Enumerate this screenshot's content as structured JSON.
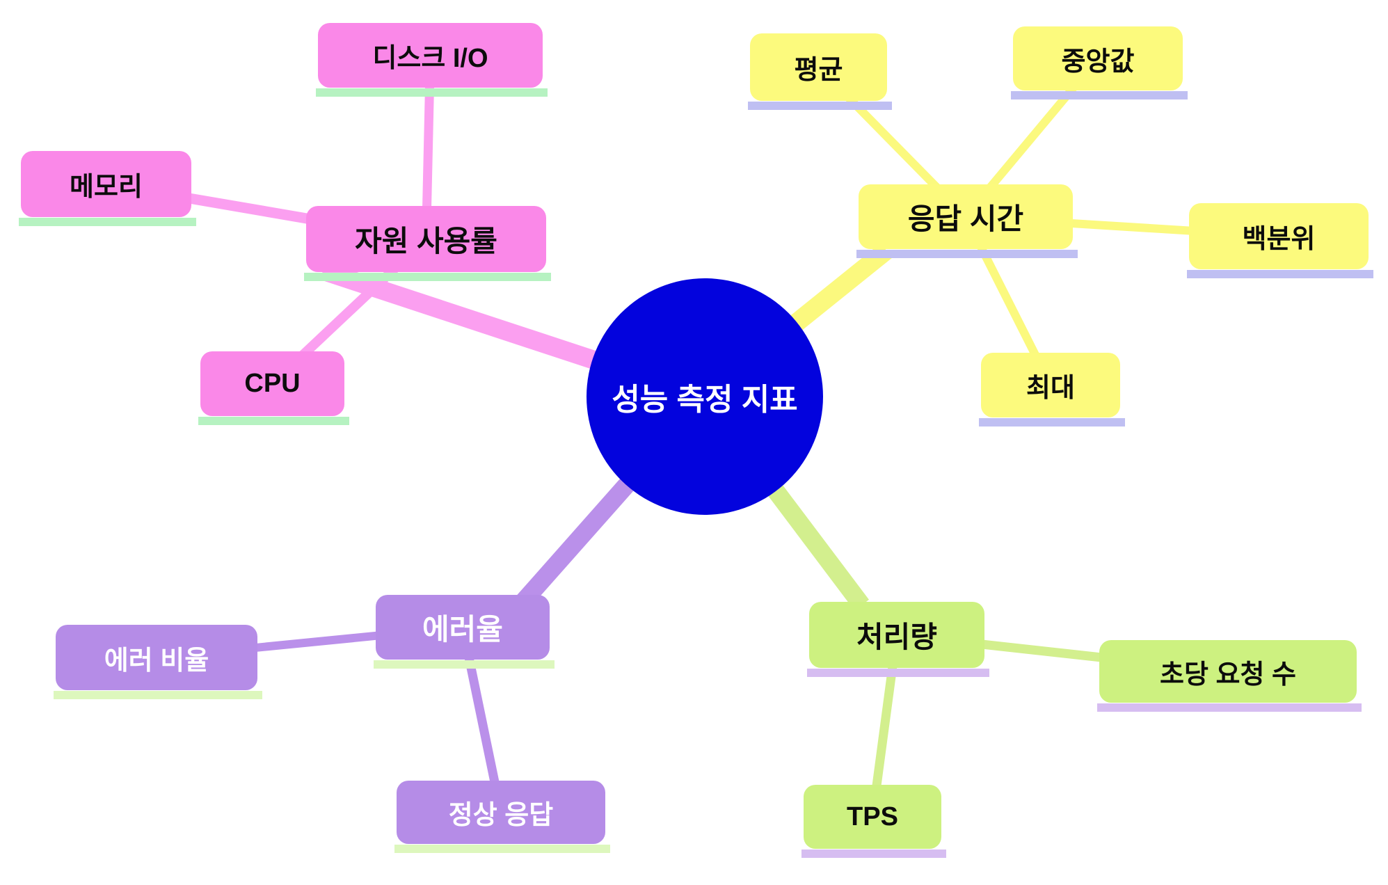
{
  "center": {
    "label": "성능 측정 지표"
  },
  "branches": [
    {
      "label": "자원 사용률",
      "children": [
        {
          "label": "디스크 I/O"
        },
        {
          "label": "메모리"
        },
        {
          "label": "CPU"
        }
      ]
    },
    {
      "label": "응답 시간",
      "children": [
        {
          "label": "평균"
        },
        {
          "label": "중앙값"
        },
        {
          "label": "백분위"
        },
        {
          "label": "최대"
        }
      ]
    },
    {
      "label": "처리량",
      "children": [
        {
          "label": "초당 요청 수"
        },
        {
          "label": "TPS"
        }
      ]
    },
    {
      "label": "에러율",
      "children": [
        {
          "label": "에러 비율"
        },
        {
          "label": "정상 응답"
        }
      ]
    }
  ],
  "colors": {
    "center_fill": "#0303dd",
    "text_dark": "#0c0c0c",
    "text_light": "#ffffff",
    "pink_node": "#fa88e8",
    "pink_link": "#fb9ff0",
    "pink_underline": "#b6f2c1",
    "yellow_node": "#fcfa7d",
    "yellow_link": "#fbf97e",
    "yellow_underline": "#bfbff2",
    "green_node": "#cdf180",
    "green_link": "#d3ef8e",
    "green_underline": "#d6bdf1",
    "purple_node": "#b58ce7",
    "purple_link": "#ba90ea",
    "purple_underline": "#ddf7bd"
  }
}
